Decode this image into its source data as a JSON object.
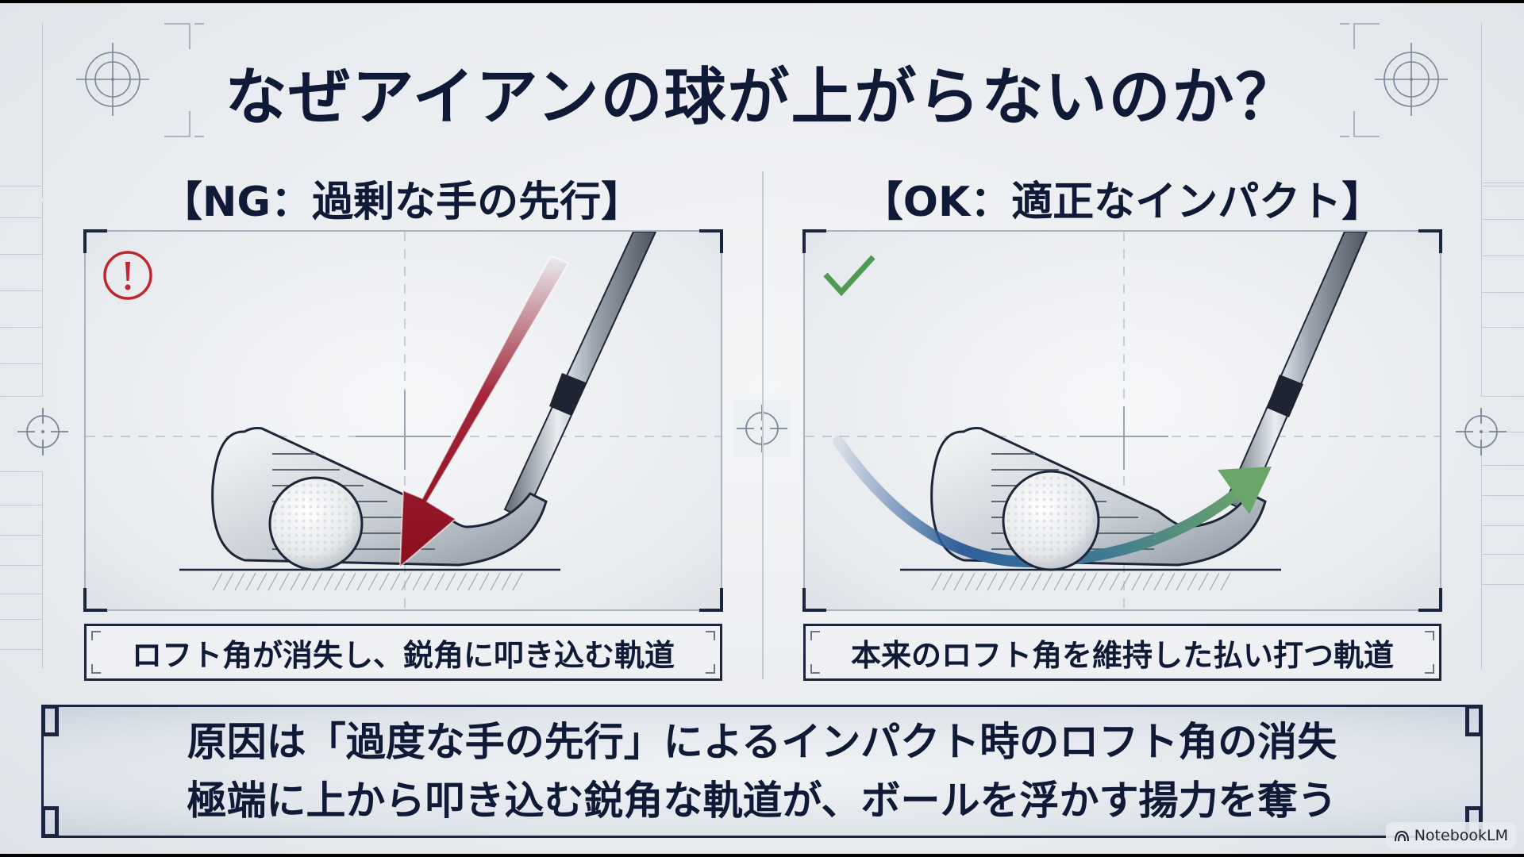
{
  "title": "なぜアイアンの球が上がらないのか？",
  "panels": [
    {
      "id": "ng",
      "heading": "【NG：過剰な手の先行】",
      "status_icon": "warning-circle-icon",
      "status_color": "#c0262d",
      "arrow_color": "#8f1221",
      "caption": "ロフト角が消失し、鋭角に叩き込む軌道"
    },
    {
      "id": "ok",
      "heading": "【OK：適正なインパクト】",
      "status_icon": "check-icon",
      "status_color": "#4e9a52",
      "arrow_gradient": [
        "#2f5f9a",
        "#6aa56a"
      ],
      "caption": "本来のロフト角を維持した払い打つ軌道"
    }
  ],
  "summary": {
    "line1": "原因は「過度な手の先行」によるインパクト時のロフト角の消失",
    "line2": "極端に上から叩き込む鋭角な軌道が、ボールを浮かす揚力を奪う"
  },
  "watermark": {
    "icon": "notebooklm-logo-icon",
    "label": "NotebookLM"
  },
  "colors": {
    "text": "#0f1a36",
    "frame": "#1b2540",
    "background": "#eceff2"
  }
}
